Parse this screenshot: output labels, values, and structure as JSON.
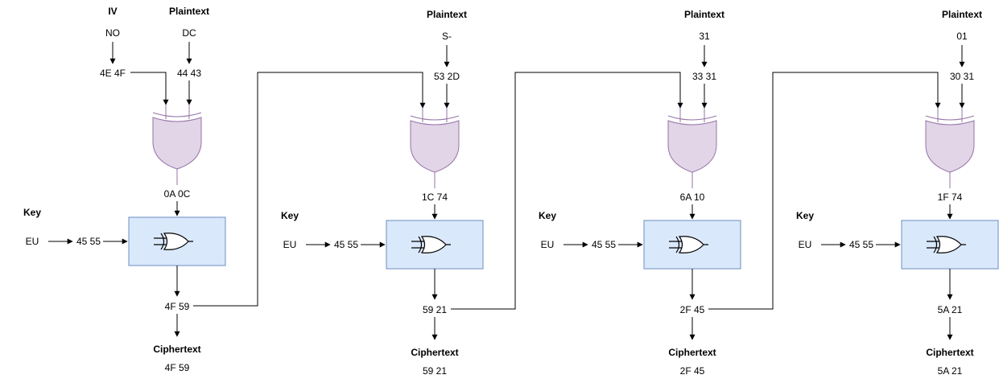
{
  "labels": {
    "iv": "IV",
    "plaintext": "Plaintext",
    "key": "Key",
    "ciphertext": "Ciphertext"
  },
  "blocks": [
    {
      "plaintext_chars": "DC",
      "plaintext_hex": "44 43",
      "chain_in_chars": "NO",
      "chain_in_hex": "4E 4F",
      "xor_result": "0A 0C",
      "key_chars": "EU",
      "key_hex": "45 55",
      "cipher_out": "4F 59",
      "cipher_final": "4F 59"
    },
    {
      "plaintext_chars": "S-",
      "plaintext_hex": "53 2D",
      "xor_result": "1C 74",
      "key_chars": "EU",
      "key_hex": "45 55",
      "cipher_out": "59 21",
      "cipher_final": "59 21"
    },
    {
      "plaintext_chars": "31",
      "plaintext_hex": "33 31",
      "xor_result": "6A 10",
      "key_chars": "EU",
      "key_hex": "45 55",
      "cipher_out": "2F 45",
      "cipher_final": "2F 45"
    },
    {
      "plaintext_chars": "01",
      "plaintext_hex": "30 31",
      "xor_result": "1F 74",
      "key_chars": "EU",
      "key_hex": "45 55",
      "cipher_out": "5A 21",
      "cipher_final": "5A 21"
    }
  ],
  "colors": {
    "xor_gate_fill": "#e1d5e7",
    "xor_gate_stroke": "#9673a6",
    "cipher_box_fill": "#dae8fc",
    "cipher_box_stroke": "#6c8ebf"
  }
}
